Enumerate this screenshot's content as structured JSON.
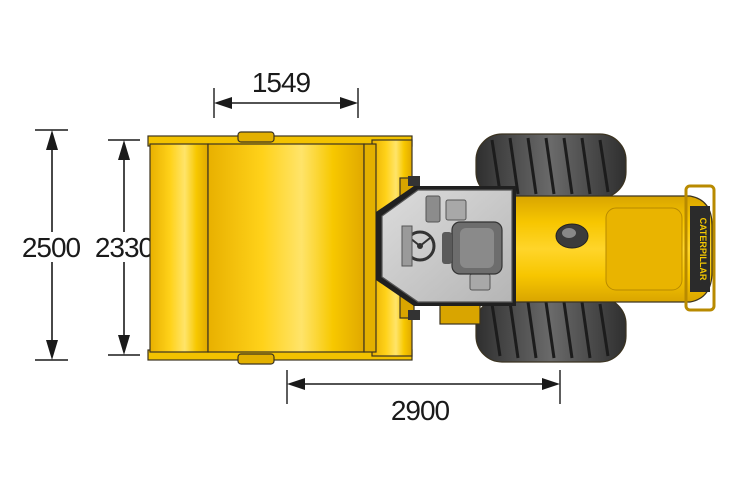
{
  "dimensions": {
    "top_width": "1549",
    "overall_height": "2500",
    "drum_height": "2330",
    "wheelbase": "2900"
  },
  "machine": {
    "brand_mark": "CATERPILLAR",
    "body_color": "#f2c200",
    "drum_color": "#f5c800",
    "tire_color": "#4a4a4a",
    "cab_color": "#c9c9c9"
  }
}
